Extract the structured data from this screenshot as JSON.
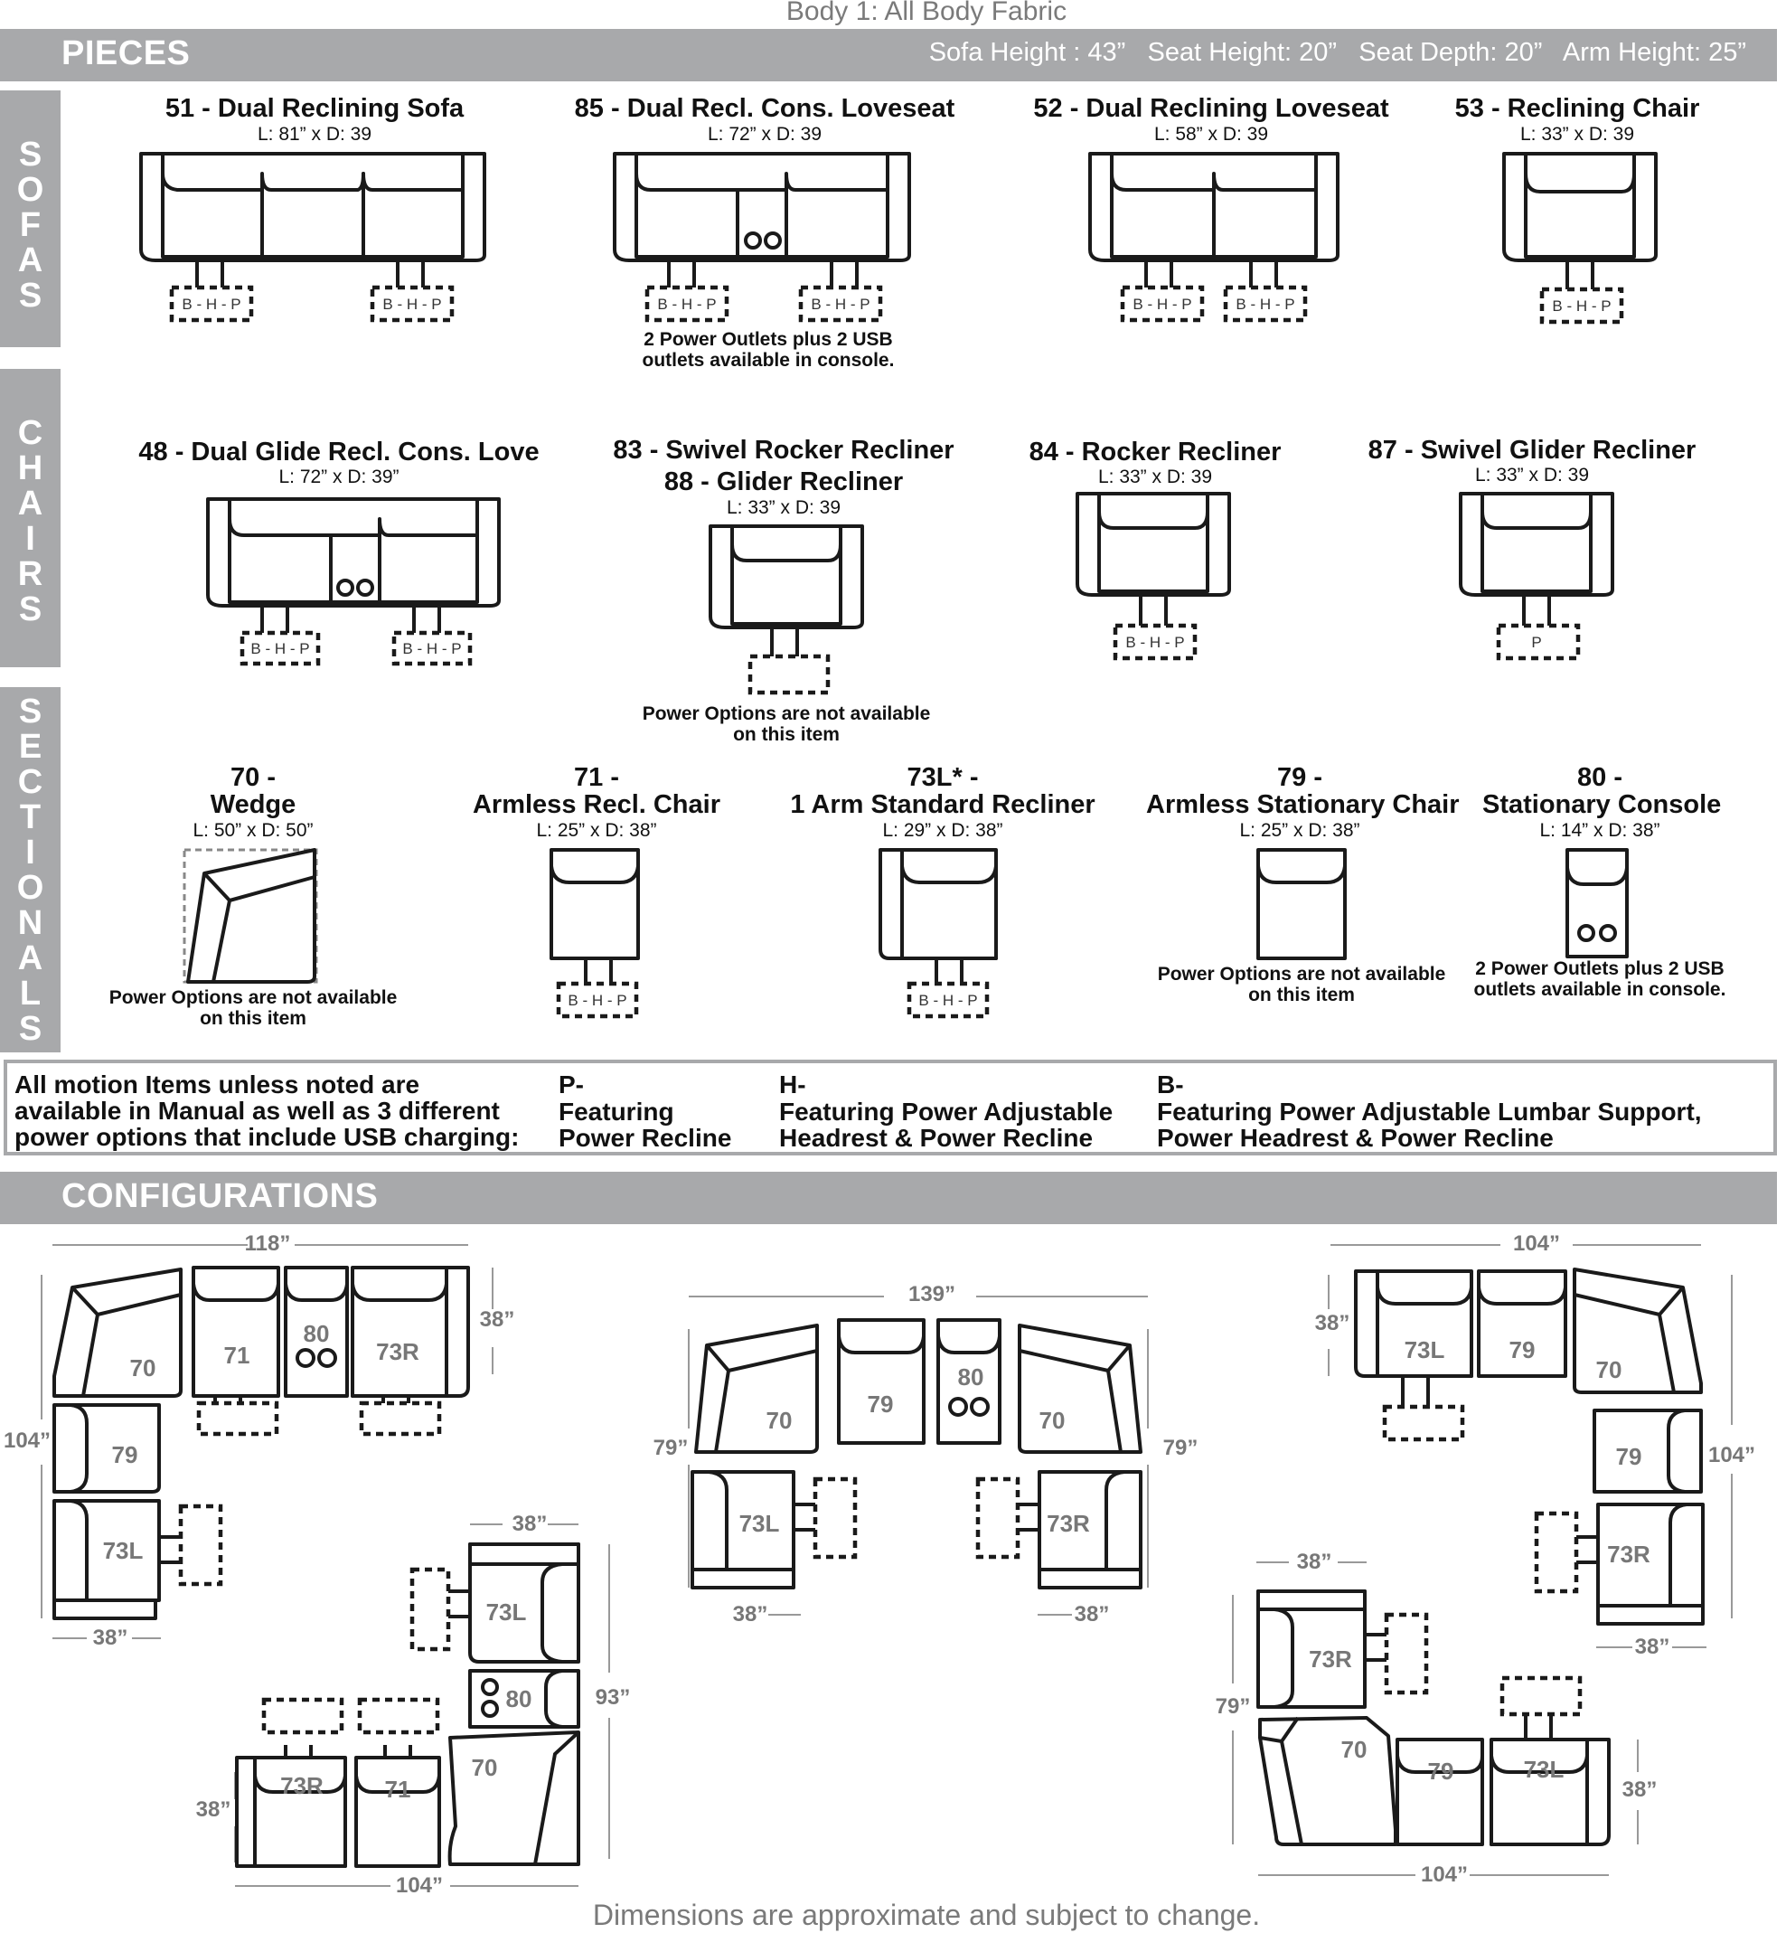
{
  "header": {
    "body_fabric": "Body 1: All Body Fabric",
    "pieces_title": "PIECES",
    "specs": "Sofa Height : 43”   Seat Height: 20”   Seat Depth: 20”   Arm Height: 25”",
    "configurations_title": "CONFIGURATIONS"
  },
  "side_tabs": {
    "sofas": "S\nO\nF\nA\nS",
    "chairs": "C\nH\nA\nI\nR\nS",
    "sectionals": "S\nE\nC\nT\nI\nO\nN\nA\nL\nS"
  },
  "pieces": {
    "p51": {
      "title": "51 - Dual Reclining Sofa",
      "dims": "L: 81” x D: 39"
    },
    "p85": {
      "title": "85 - Dual Recl. Cons. Loveseat",
      "dims": "L: 72” x D: 39",
      "note": "2 Power Outlets plus 2 USB outlets available in console."
    },
    "p52": {
      "title": "52 - Dual Reclining Loveseat",
      "dims": "L: 58” x D: 39"
    },
    "p53": {
      "title": "53 - Reclining Chair",
      "dims": "L: 33” x D: 39"
    },
    "p48": {
      "title": "48 - Dual Glide Recl. Cons. Love",
      "dims": "L: 72” x D: 39”"
    },
    "p83": {
      "title": "83 - Swivel Rocker Recliner",
      "title2": "88 - Glider Recliner",
      "dims": "L: 33” x D: 39",
      "note": "Power Options are not available on this item"
    },
    "p84": {
      "title": "84 - Rocker Recliner",
      "dims": "L: 33” x D: 39"
    },
    "p87": {
      "title": "87 - Swivel Glider Recliner",
      "dims": "L: 33” x D: 39"
    },
    "p70": {
      "num": "70 -",
      "title": "Wedge",
      "dims": "L: 50” x D: 50”",
      "note": "Power Options are not available on this item"
    },
    "p71": {
      "num": "71 -",
      "title": "Armless Recl. Chair",
      "dims": "L: 25” x D: 38”"
    },
    "p73": {
      "num": "73L* -",
      "title": "1 Arm Standard Recliner",
      "dims": "L: 29” x D: 38”"
    },
    "p79": {
      "num": "79 -",
      "title": "Armless Stationary Chair",
      "dims": "L: 25” x D: 38”",
      "note": "Power Options are not available on this item"
    },
    "p80": {
      "num": "80 -",
      "title": "Stationary Console",
      "dims": "L: 14” x D: 38”",
      "note": "2 Power Outlets plus 2 USB outlets available in console."
    }
  },
  "power_codes": {
    "bhp": "B - H - P",
    "p": "P"
  },
  "legend": {
    "intro": "All motion Items unless noted are available in Manual as well as 3 different power options that include USB charging:",
    "p_code": "P-",
    "p_desc": "Featuring Power Recline",
    "h_code": "H-",
    "h_desc": "Featuring Power Adjustable Headrest & Power Recline",
    "b_code": "B-",
    "b_desc": "Featuring Power Adjustable Lumbar Support, Power Headrest &  Power Recline"
  },
  "configurations": {
    "c1": {
      "width": "118”",
      "depth": "38”",
      "height": "104”",
      "bottom": "38”",
      "modules": [
        "70",
        "71",
        "80",
        "73R",
        "79",
        "73L"
      ]
    },
    "c2": {
      "width": "139”",
      "left_h": "79”",
      "right_h": "79”",
      "bottom_l": "38”",
      "bottom_r": "38”",
      "modules": [
        "70",
        "79",
        "80",
        "70",
        "73L",
        "73R"
      ]
    },
    "c3": {
      "width": "104”",
      "depth": "38”",
      "height": "104”",
      "bottom": "38”",
      "modules": [
        "73L",
        "79",
        "70",
        "79",
        "73R"
      ]
    },
    "c4": {
      "top": "38”",
      "height": "93”",
      "left_h": "38”",
      "bottom": "104”",
      "modules": [
        "73L",
        "80",
        "73R",
        "71",
        "70"
      ]
    },
    "c5": {
      "top": "38”",
      "left_h": "79”",
      "right_h": "38”",
      "bottom": "104”",
      "modules": [
        "73R",
        "70",
        "79",
        "73L"
      ]
    }
  },
  "footer": "Dimensions are approximate and subject to change."
}
